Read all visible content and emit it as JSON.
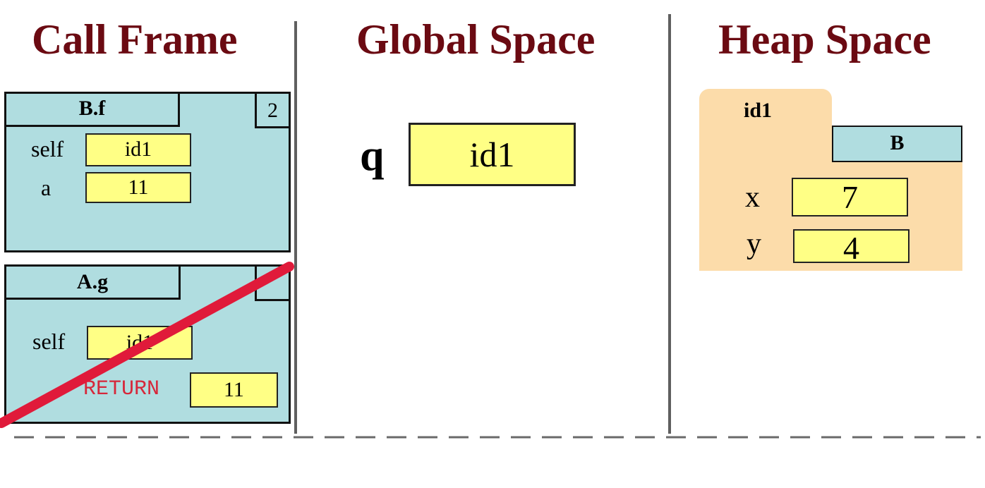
{
  "headings": {
    "call_frame": "Call Frame",
    "global_space": "Global Space",
    "heap_space": "Heap Space"
  },
  "frames": [
    {
      "name": "B.f",
      "line": "2",
      "vars": [
        {
          "name": "self",
          "value": "id1"
        },
        {
          "name": "a",
          "value": "11"
        }
      ]
    },
    {
      "name": "A.g",
      "line": "",
      "vars": [
        {
          "name": "self",
          "value": "id1"
        }
      ],
      "return_label": "RETURN",
      "return_value": "11",
      "erased": true
    }
  ],
  "globals": [
    {
      "name": "q",
      "value": "id1"
    }
  ],
  "heap": [
    {
      "id": "id1",
      "class": "B",
      "fields": [
        {
          "name": "x",
          "value": "7"
        },
        {
          "name": "y",
          "value": "4"
        }
      ]
    }
  ],
  "colors": {
    "heading": "#6b0a12",
    "frame": "#b0dde0",
    "value_box": "#ffff85",
    "heap_folder": "#fcdcaa",
    "erase_line": "#e01a3a",
    "return_text": "#d6273a"
  }
}
